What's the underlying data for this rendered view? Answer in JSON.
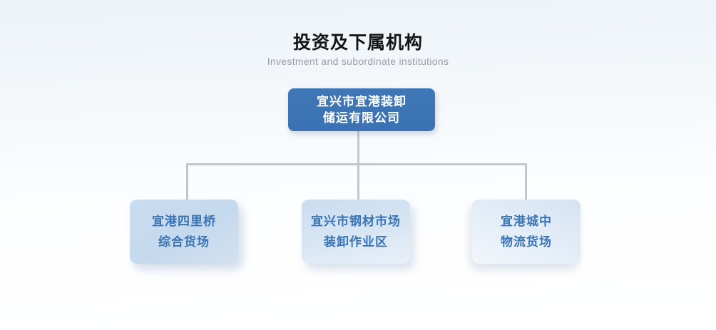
{
  "header": {
    "title": "投资及下属机构",
    "subtitle": "Investment and subordinate institutions"
  },
  "org_chart": {
    "root": {
      "line1": "宜兴市宜港装卸",
      "line2": "储运有限公司"
    },
    "children": [
      {
        "line1": "宜港四里桥",
        "line2": "综合货场"
      },
      {
        "line1": "宜兴市钢材市场",
        "line2": "装卸作业区"
      },
      {
        "line1": "宜港城中",
        "line2": "物流货场"
      }
    ]
  },
  "colors": {
    "background_top": "#ecf2f8",
    "background_bottom": "#ffffff",
    "root_box_fill": "#3a72b3",
    "root_box_text": "#ffffff",
    "child_box_fill_light": "#c6daee",
    "child_box_fill_lighter": "#eef4fa",
    "child_box_text": "#3a74b4",
    "connector_line": "#c5c6c7",
    "title_text": "#141414",
    "subtitle_text": "#9b9fa4"
  }
}
